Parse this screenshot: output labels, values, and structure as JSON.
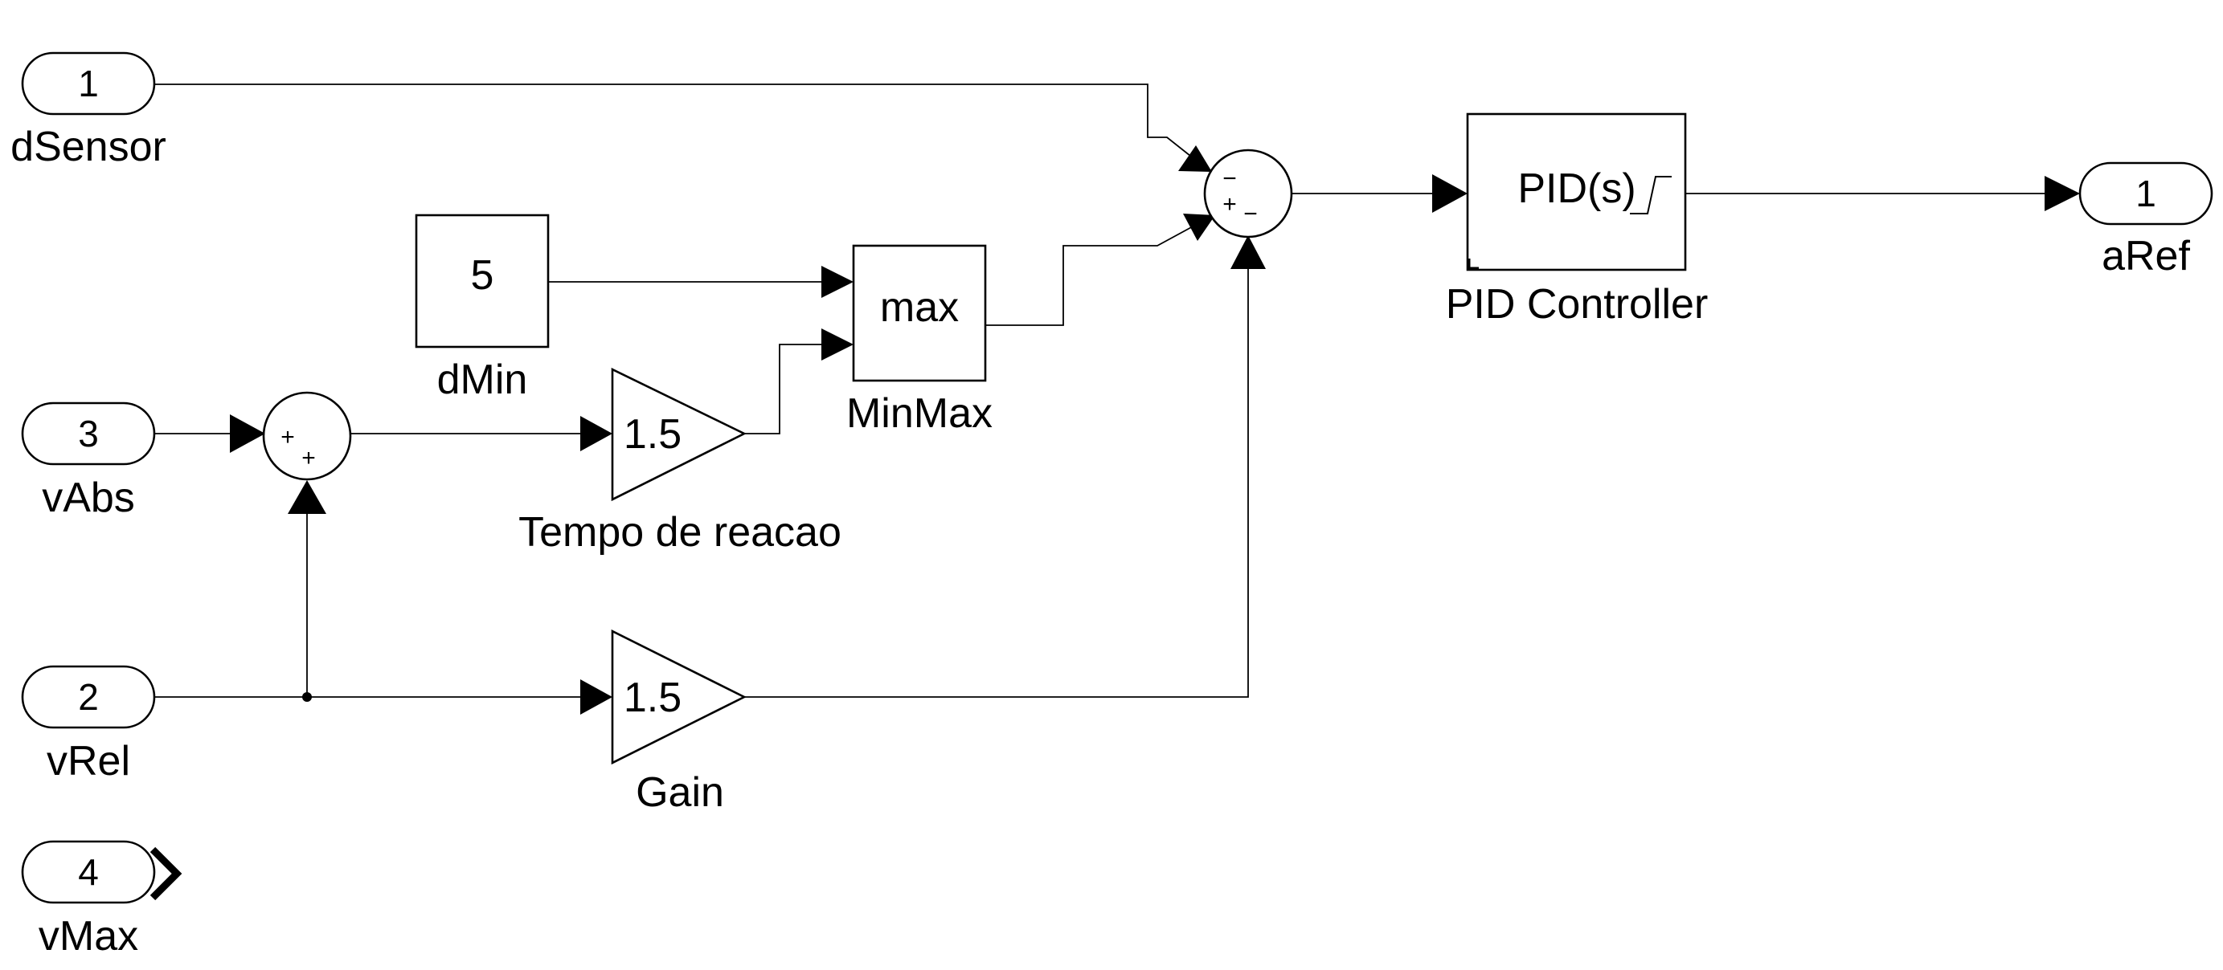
{
  "inports": [
    {
      "number": "1",
      "name": "dSensor"
    },
    {
      "number": "3",
      "name": "vAbs"
    },
    {
      "number": "2",
      "name": "vRel"
    },
    {
      "number": "4",
      "name": "vMax"
    }
  ],
  "outports": [
    {
      "number": "1",
      "name": "aRef"
    }
  ],
  "blocks": {
    "constant": {
      "value": "5",
      "name": "dMin"
    },
    "minmax": {
      "function": "max",
      "name": "MinMax"
    },
    "gain_reaction": {
      "value": "1.5",
      "name": "Tempo de reacao"
    },
    "gain": {
      "value": "1.5",
      "name": "Gain"
    },
    "pid": {
      "text": "PID(s)",
      "name": "PID Controller"
    },
    "sum_top": {
      "signs": [
        "−",
        "+",
        "−"
      ]
    },
    "sum_left": {
      "signs": [
        "+",
        "+"
      ]
    }
  }
}
